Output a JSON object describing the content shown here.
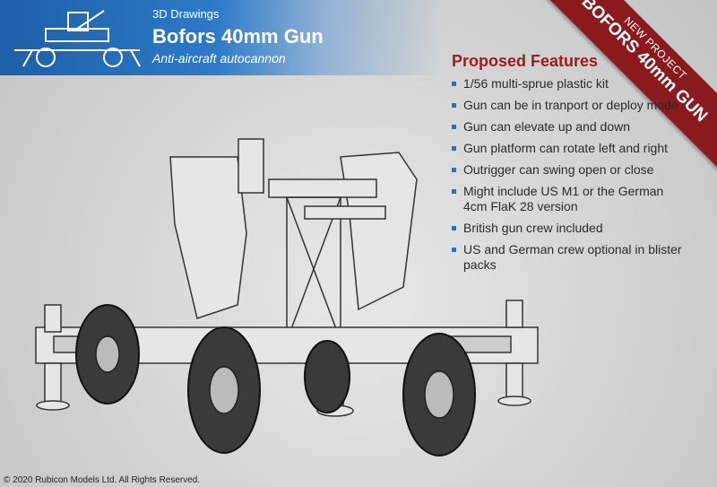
{
  "header": {
    "kicker": "3D Drawings",
    "title": "Bofors 40mm Gun",
    "subtitle": "Anti-aircraft autocannon"
  },
  "ribbon": {
    "line1": "NEW PROJECT",
    "line2": "BOFORS 40mm GUN"
  },
  "features": {
    "title": "Proposed Features",
    "items": [
      "1/56 multi-sprue plastic kit",
      "Gun can be in tranport or deploy mode",
      "Gun can elevate up and down",
      "Gun platform can rotate left and right",
      "Outrigger can swing open or close",
      "Might include US M1 or the German 4cm FlaK 28 version",
      "British gun crew included",
      "US and German crew optional in blister packs"
    ]
  },
  "footer": {
    "copyright": "© 2020 Rubicon Models Ltd. All Rights Reserved."
  },
  "colors": {
    "header_blue": "#1e5fa8",
    "ribbon_red": "#8b1a1f",
    "features_title": "#9b1b1f",
    "bullet_blue": "#2d6fb8"
  }
}
